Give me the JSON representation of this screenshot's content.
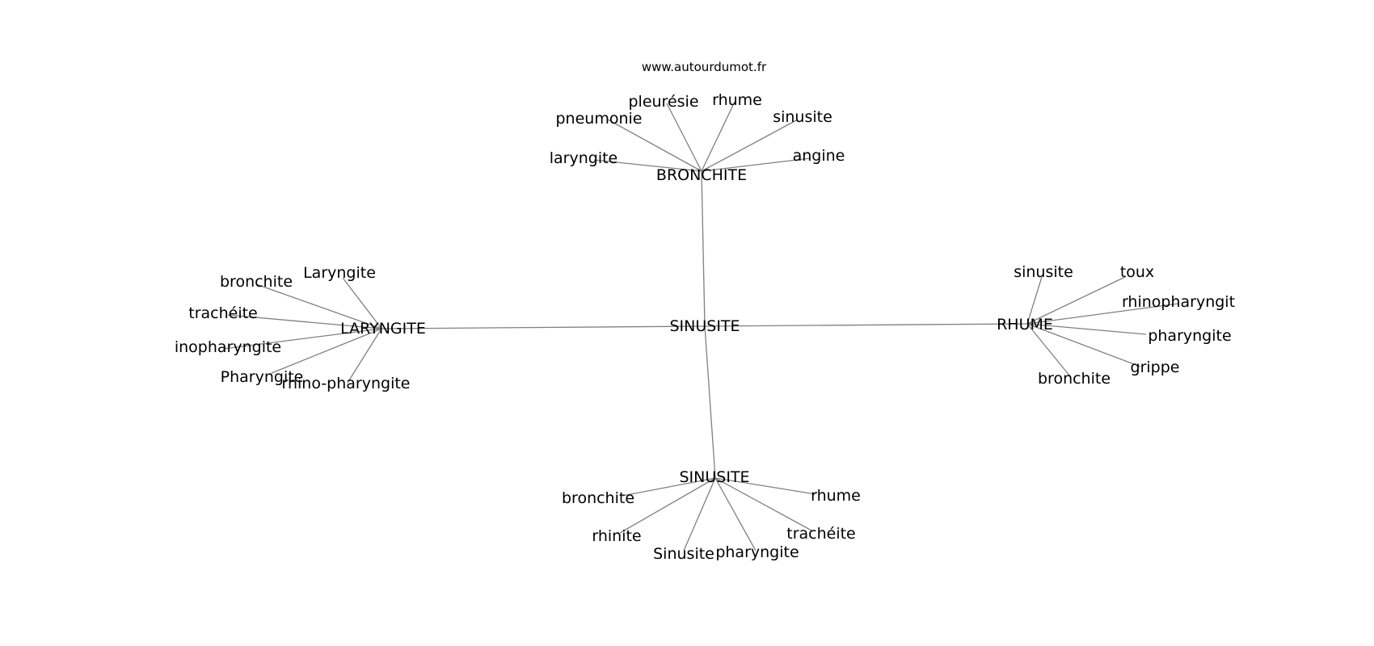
{
  "source": "www.autourdumot.fr",
  "graph": {
    "center": "SINUSITE",
    "hubs": [
      {
        "label": "BRONCHITE",
        "leaves": [
          "laryngite",
          "pneumonie",
          "pleurésie",
          "rhume",
          "sinusite",
          "angine"
        ]
      },
      {
        "label": "LARYNGITE",
        "leaves": [
          "Laryngite",
          "bronchite",
          "trachéite",
          "inopharyngite",
          "Pharyngite",
          "rhino-pharyngite"
        ]
      },
      {
        "label": "RHUME",
        "leaves": [
          "sinusite",
          "toux",
          "rhinopharyngit",
          "pharyngite",
          "grippe",
          "bronchite"
        ]
      },
      {
        "label": "SINUSITE",
        "leaves": [
          "bronchite",
          "rhinite",
          "Sinusite",
          "pharyngite",
          "trachéite",
          "rhume"
        ]
      }
    ]
  }
}
